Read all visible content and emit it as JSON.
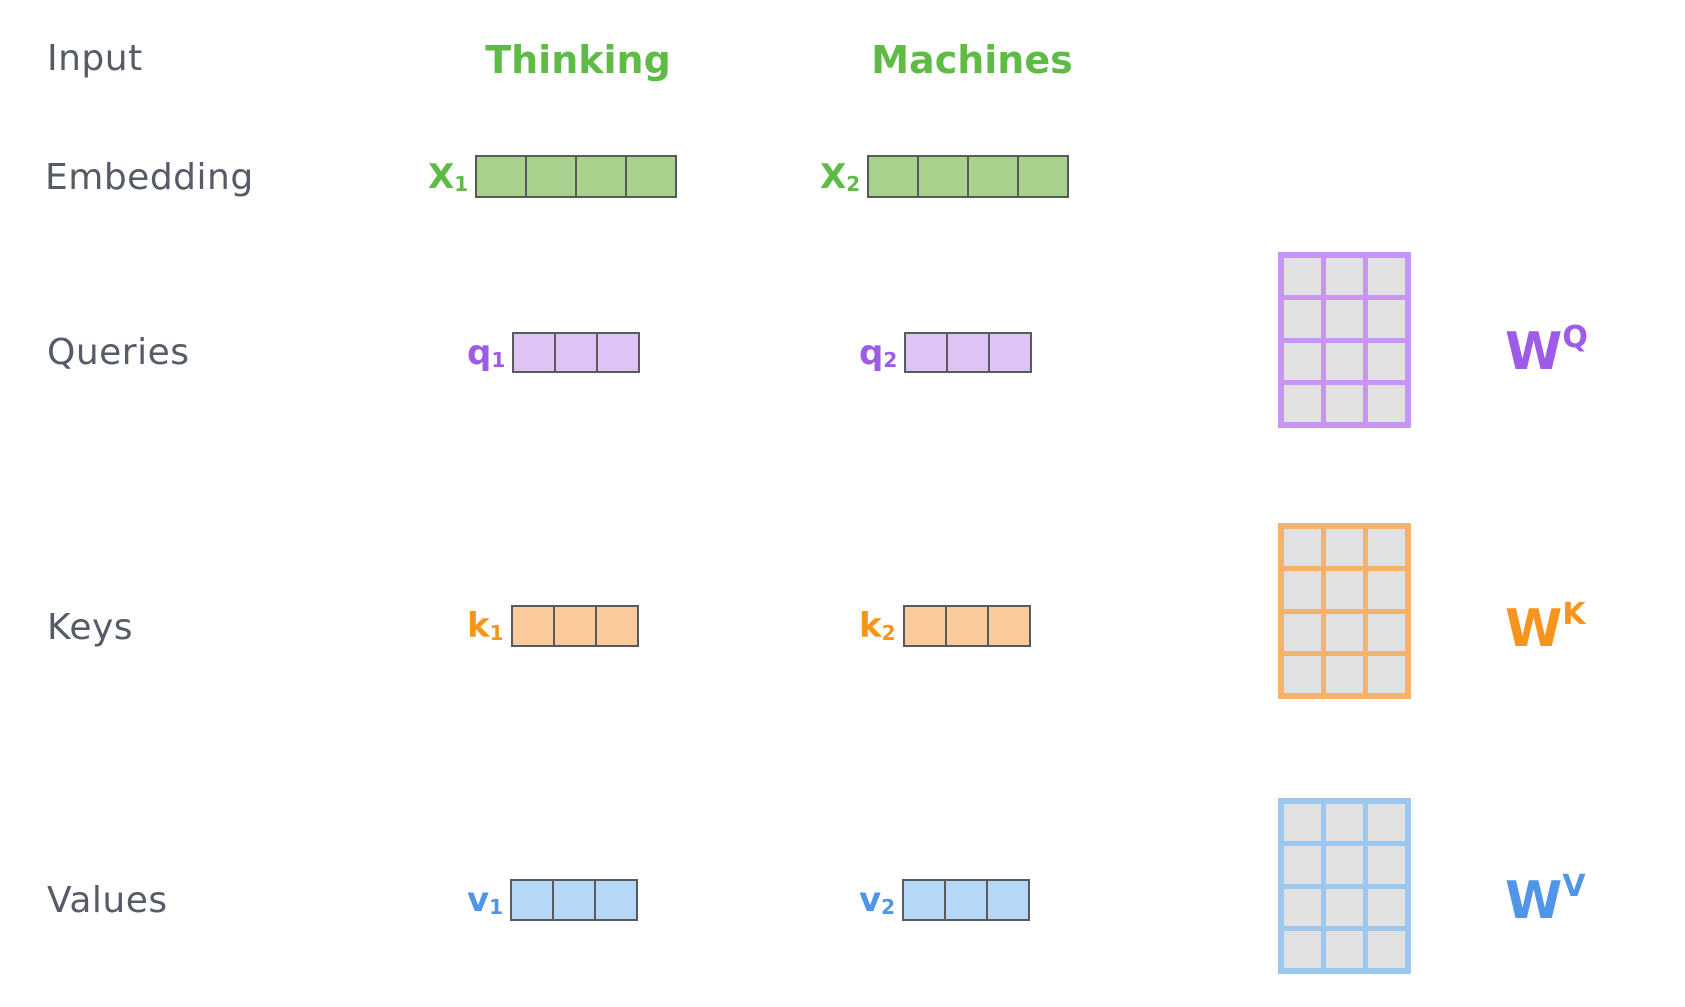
{
  "diagram": {
    "description": "Self-attention: input token embeddings multiplied by weight matrices to produce query, key and value vectors",
    "tokens": [
      {
        "text": "Thinking"
      },
      {
        "text": "Machines"
      }
    ],
    "row_labels": {
      "input": "Input",
      "embedding": "Embedding",
      "queries": "Queries",
      "keys": "Keys",
      "values": "Values"
    },
    "embedding": {
      "v1": {
        "base": "X",
        "sub": "1",
        "cells": 4
      },
      "v2": {
        "base": "X",
        "sub": "2",
        "cells": 4
      }
    },
    "queries": {
      "v1": {
        "base": "q",
        "sub": "1",
        "cells": 3
      },
      "v2": {
        "base": "q",
        "sub": "2",
        "cells": 3
      },
      "weight": {
        "base": "W",
        "sup": "Q",
        "rows": 4,
        "cols": 3
      }
    },
    "keys": {
      "v1": {
        "base": "k",
        "sub": "1",
        "cells": 3
      },
      "v2": {
        "base": "k",
        "sub": "2",
        "cells": 3
      },
      "weight": {
        "base": "W",
        "sup": "K",
        "rows": 4,
        "cols": 3
      }
    },
    "values": {
      "v1": {
        "base": "v",
        "sub": "1",
        "cells": 3
      },
      "v2": {
        "base": "v",
        "sub": "2",
        "cells": 3
      },
      "weight": {
        "base": "W",
        "sup": "V",
        "rows": 4,
        "cols": 3
      }
    },
    "colors": {
      "green_text": "#5fbb46",
      "green_fill": "#a9d18e",
      "purple_text": "#9d5ce6",
      "purple_fill": "#ddc3f6",
      "purple_matrix_border": "#c795f3",
      "orange_text": "#f7941d",
      "orange_fill": "#f9cb9c",
      "orange_matrix_border": "#f6b26b",
      "blue_text": "#5095e8",
      "blue_fill": "#b5d8f8",
      "blue_matrix_border": "#9cc8f0",
      "matrix_cell_fill": "#e1e1e1",
      "vector_cell_border": "#595a5c",
      "row_label_text": "#555b67"
    }
  }
}
